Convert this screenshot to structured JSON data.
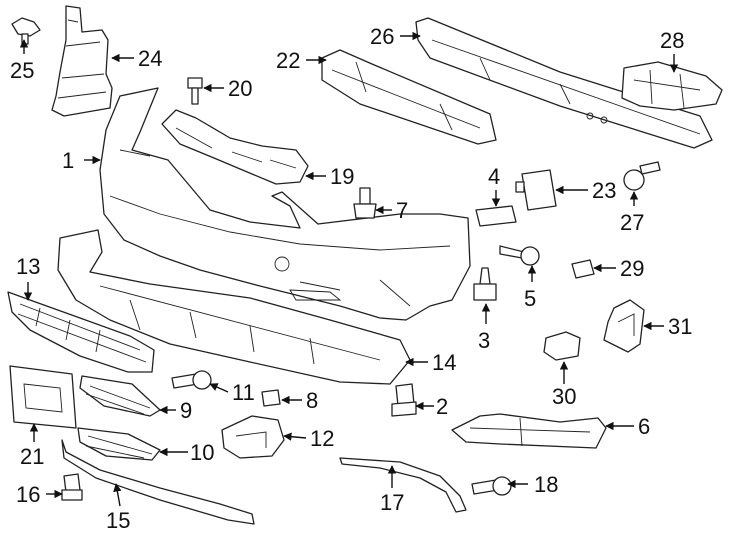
{
  "diagram": {
    "colors": {
      "line": "#222222",
      "background": "#ffffff",
      "label": "#111111"
    },
    "callouts": [
      {
        "key": "c1",
        "number": "1"
      },
      {
        "key": "c2",
        "number": "2"
      },
      {
        "key": "c3",
        "number": "3"
      },
      {
        "key": "c4",
        "number": "4"
      },
      {
        "key": "c5",
        "number": "5"
      },
      {
        "key": "c6",
        "number": "6"
      },
      {
        "key": "c7",
        "number": "7"
      },
      {
        "key": "c8",
        "number": "8"
      },
      {
        "key": "c9",
        "number": "9"
      },
      {
        "key": "c10",
        "number": "10"
      },
      {
        "key": "c11",
        "number": "11"
      },
      {
        "key": "c12",
        "number": "12"
      },
      {
        "key": "c13",
        "number": "13"
      },
      {
        "key": "c14",
        "number": "14"
      },
      {
        "key": "c15",
        "number": "15"
      },
      {
        "key": "c16",
        "number": "16"
      },
      {
        "key": "c17",
        "number": "17"
      },
      {
        "key": "c18",
        "number": "18"
      },
      {
        "key": "c19",
        "number": "19"
      },
      {
        "key": "c20",
        "number": "20"
      },
      {
        "key": "c21",
        "number": "21"
      },
      {
        "key": "c22",
        "number": "22"
      },
      {
        "key": "c23",
        "number": "23"
      },
      {
        "key": "c24",
        "number": "24"
      },
      {
        "key": "c25",
        "number": "25"
      },
      {
        "key": "c26",
        "number": "26"
      },
      {
        "key": "c27",
        "number": "27"
      },
      {
        "key": "c28",
        "number": "28"
      },
      {
        "key": "c29",
        "number": "29"
      },
      {
        "key": "c30",
        "number": "30"
      },
      {
        "key": "c31",
        "number": "31"
      }
    ]
  }
}
